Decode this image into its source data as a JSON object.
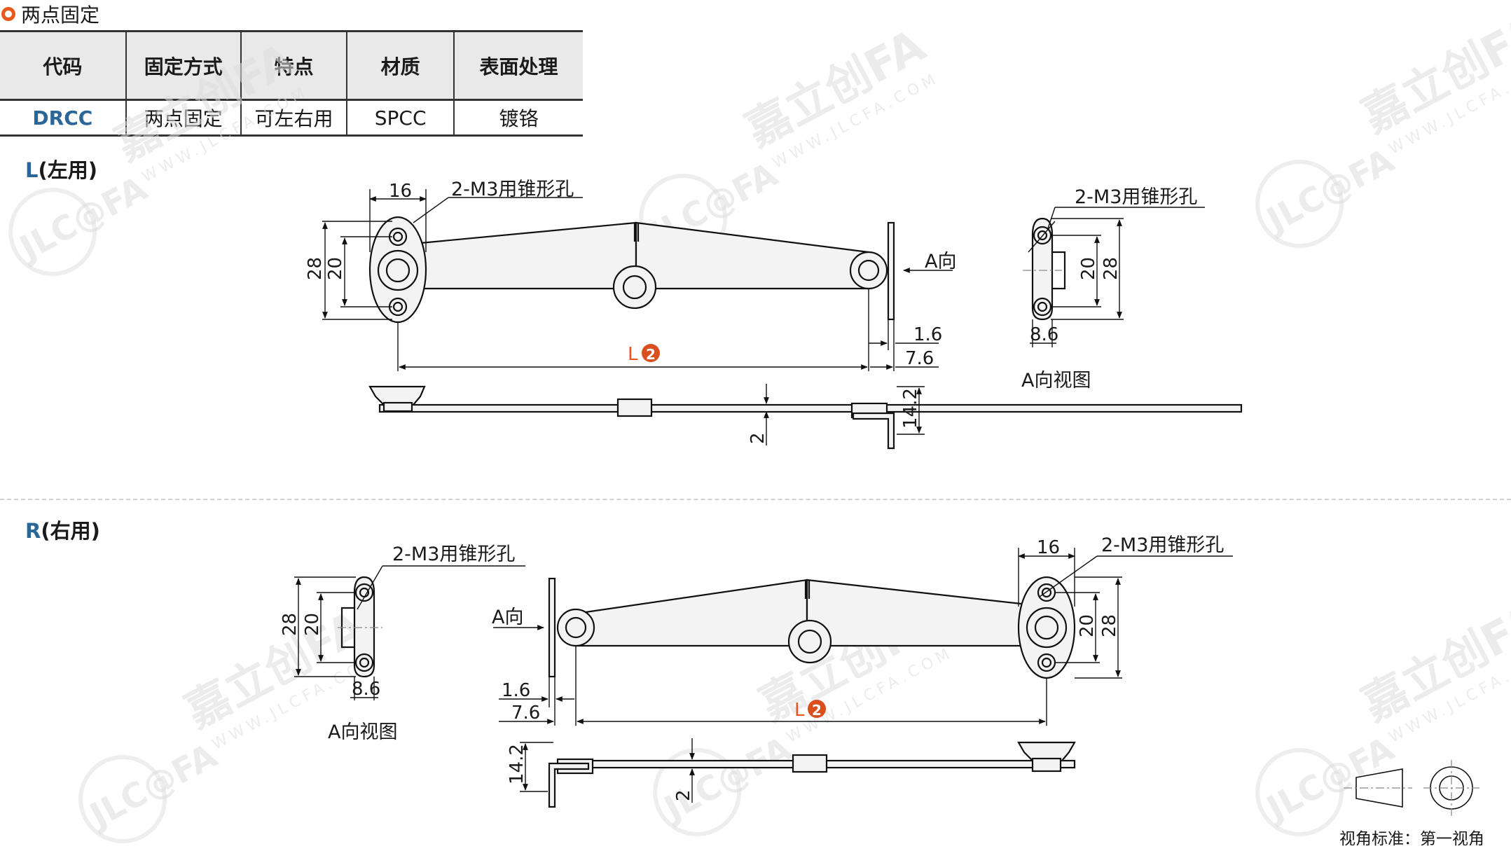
{
  "header": {
    "title": "两点固定"
  },
  "table": {
    "headers": [
      "代码",
      "固定方式",
      "特点",
      "材质",
      "表面处理"
    ],
    "row": [
      "DRCC",
      "两点固定",
      "可左右用",
      "SPCC",
      "镀铬"
    ]
  },
  "sections": {
    "left": {
      "letter": "L",
      "suffix": "(左用)"
    },
    "right": {
      "letter": "R",
      "suffix": "(右用)"
    }
  },
  "dims": {
    "hole_note": "2-M3用锥形孔",
    "d16": "16",
    "d28": "28",
    "d20": "20",
    "d1_6": "1.6",
    "d7_6": "7.6",
    "d8_6": "8.6",
    "d14_2": "14.2",
    "d2": "2",
    "length_label": "L",
    "length_badge": "2",
    "a_dir": "A向",
    "a_view": "A向视图"
  },
  "watermark": {
    "brand": "嘉立创FA",
    "logo": "JLC@FA",
    "url": "WWW.JLCFA.COM"
  },
  "footer": {
    "view_standard": "视角标准：第一视角"
  },
  "colors": {
    "accent": "#e8571e",
    "code_blue": "#2b6699",
    "badge": "#d9501e"
  }
}
